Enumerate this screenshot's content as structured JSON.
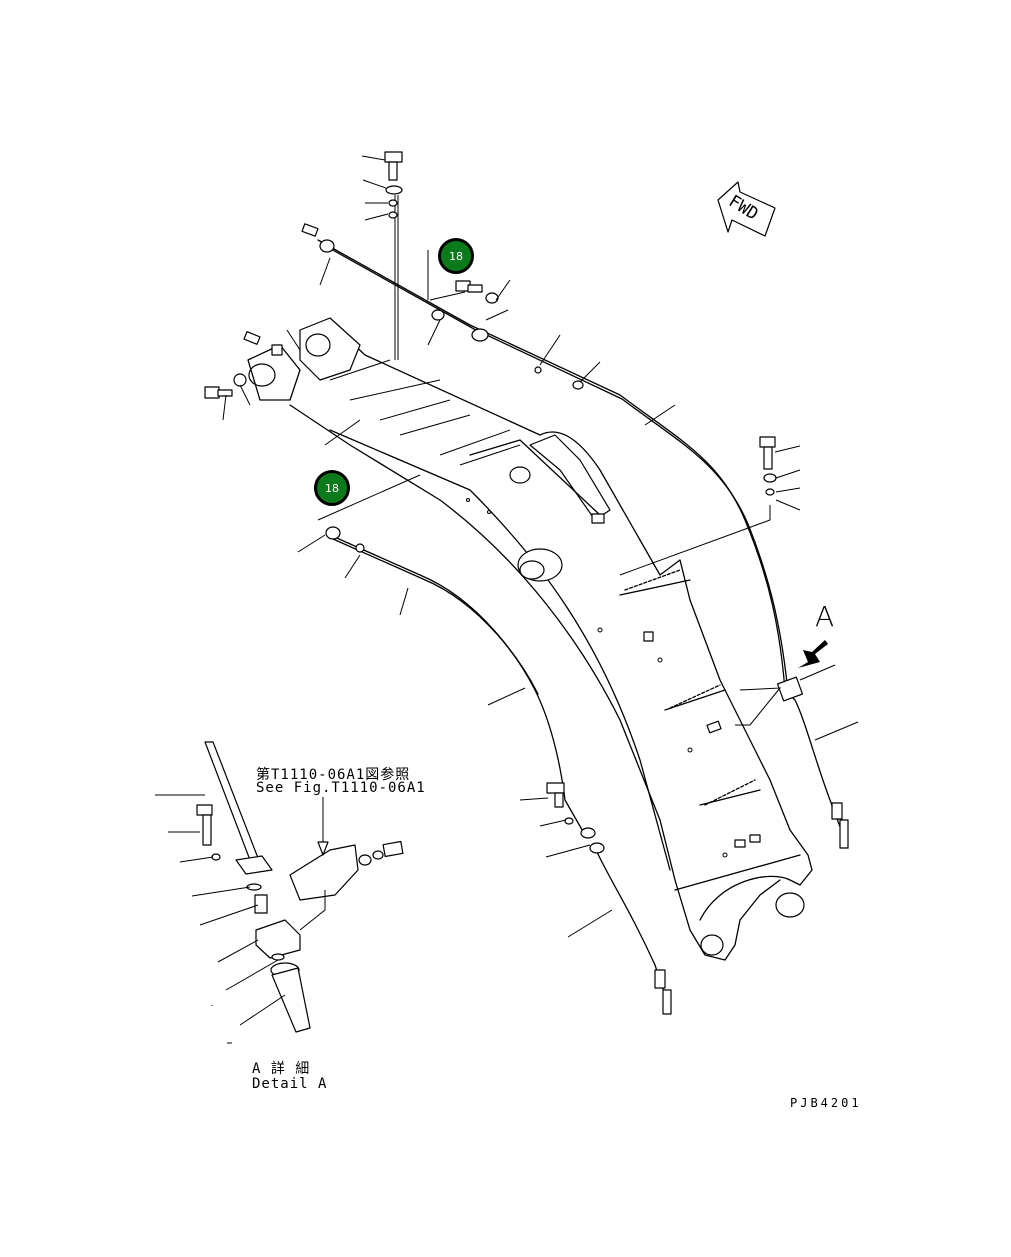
{
  "callouts": [
    {
      "label": "18"
    },
    {
      "label": "18"
    }
  ],
  "direction_arrow": {
    "text": "FWD"
  },
  "view_marker": {
    "text": "A"
  },
  "reference": {
    "line_jp": "第T1110-06A1図参照",
    "line_en": "See Fig.T1110-06A1"
  },
  "detail": {
    "line_jp": "A 詳 細",
    "line_en": "Detail A"
  },
  "drawing_id": "PJB4201",
  "colors": {
    "callout_fill": "#0b7a1d",
    "line": "#000000"
  }
}
